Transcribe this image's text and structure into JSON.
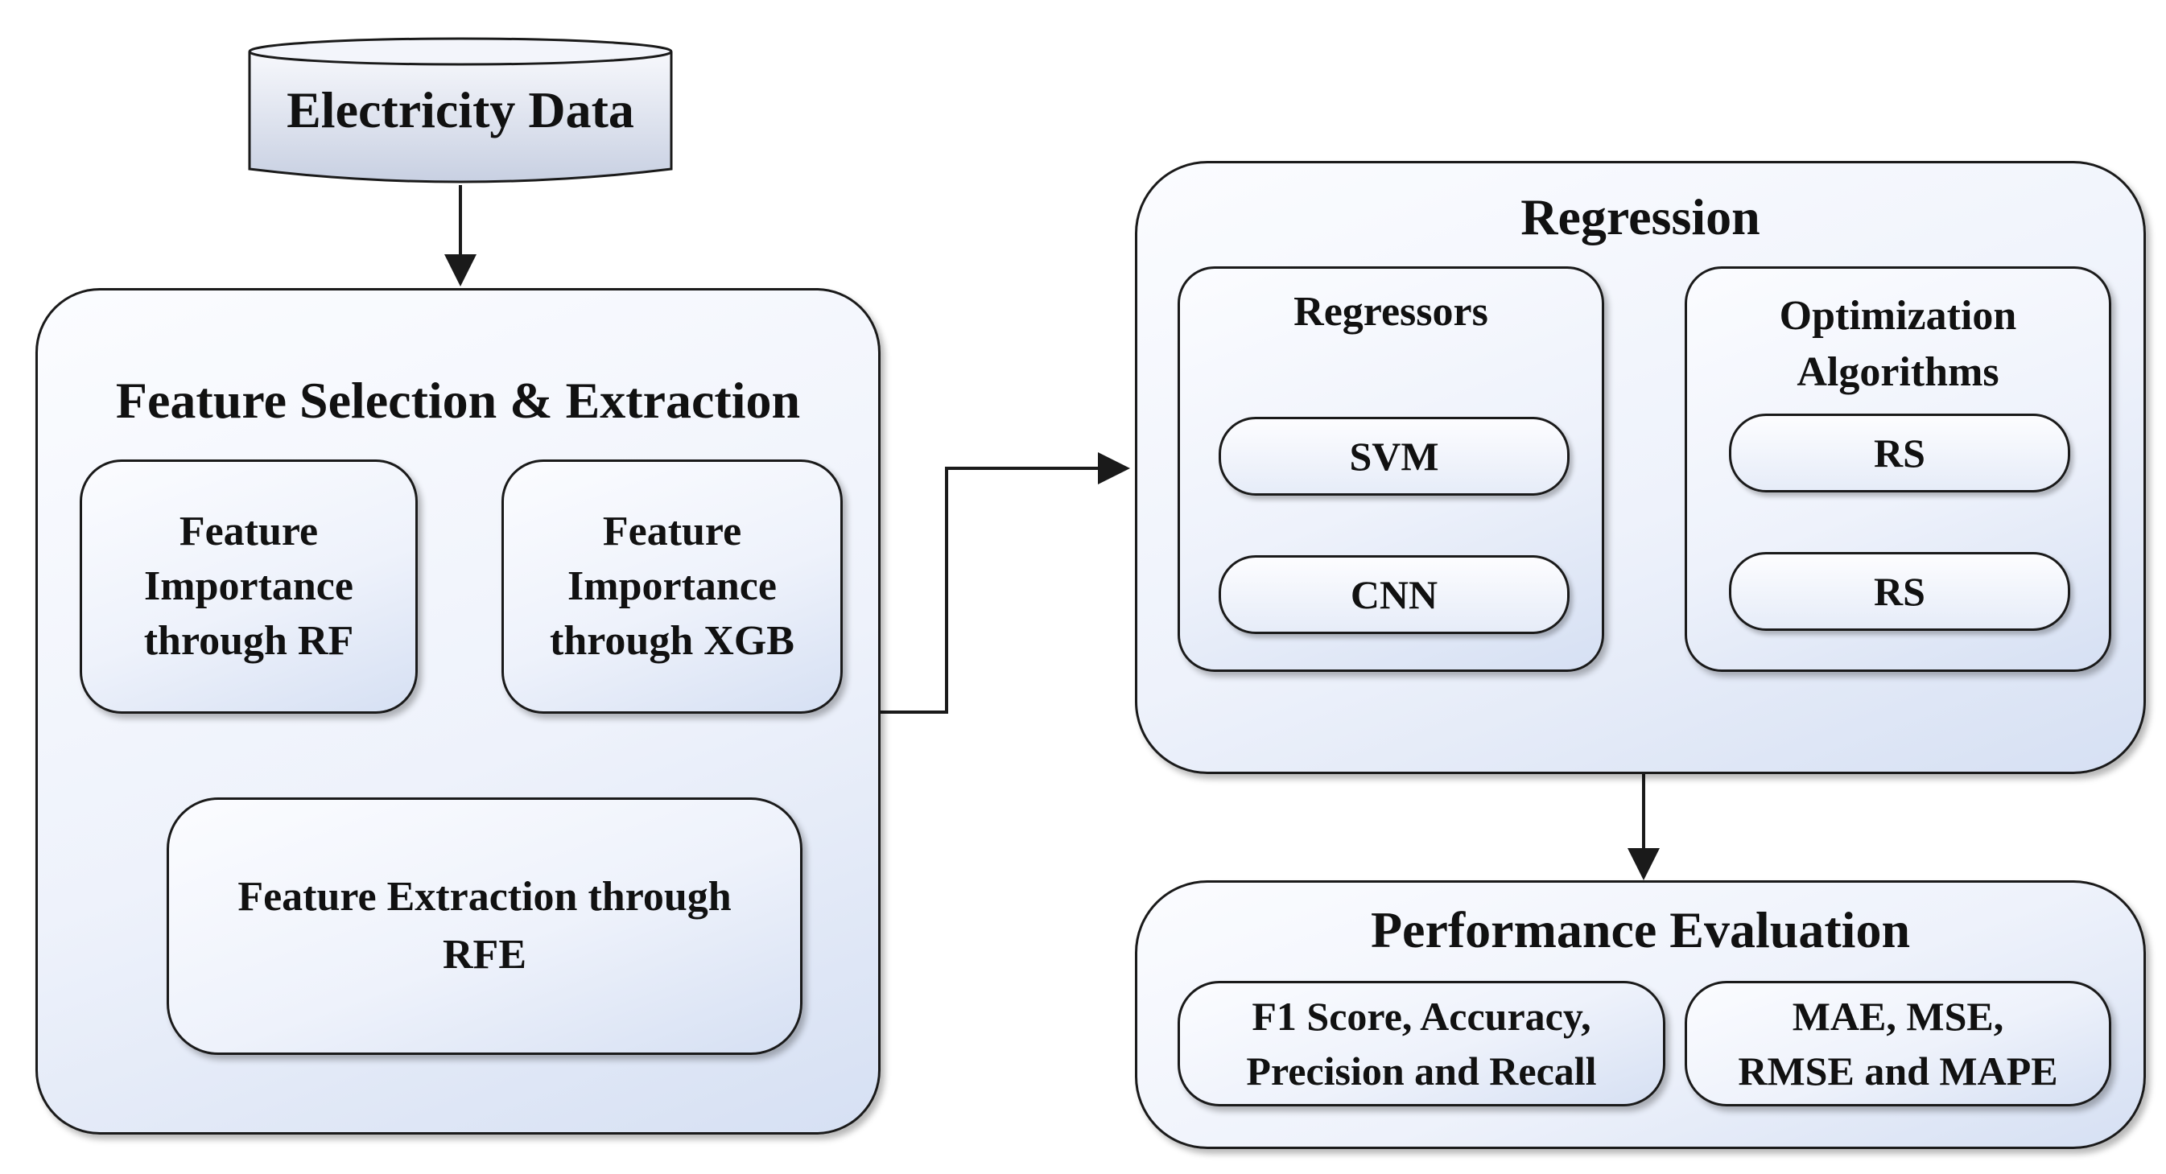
{
  "electricity_data": {
    "label": "Electricity Data"
  },
  "feature_selection": {
    "title": "Feature Selection & Extraction",
    "rf": [
      "Feature",
      "Importance",
      "through RF"
    ],
    "xgb": [
      "Feature",
      "Importance",
      "through XGB"
    ],
    "rfe": [
      "Feature Extraction through",
      "RFE"
    ]
  },
  "regression": {
    "title": "Regression",
    "regressors": {
      "title": "Regressors",
      "items": [
        "SVM",
        "CNN"
      ]
    },
    "optimization": {
      "title": [
        "Optimization",
        "Algorithms"
      ],
      "items": [
        "RS",
        "RS"
      ]
    }
  },
  "performance": {
    "title": "Performance Evaluation",
    "classification_metrics": [
      "F1 Score, Accuracy,",
      "Precision and Recall"
    ],
    "regression_metrics": [
      "MAE, MSE,",
      "RMSE and MAPE"
    ]
  }
}
